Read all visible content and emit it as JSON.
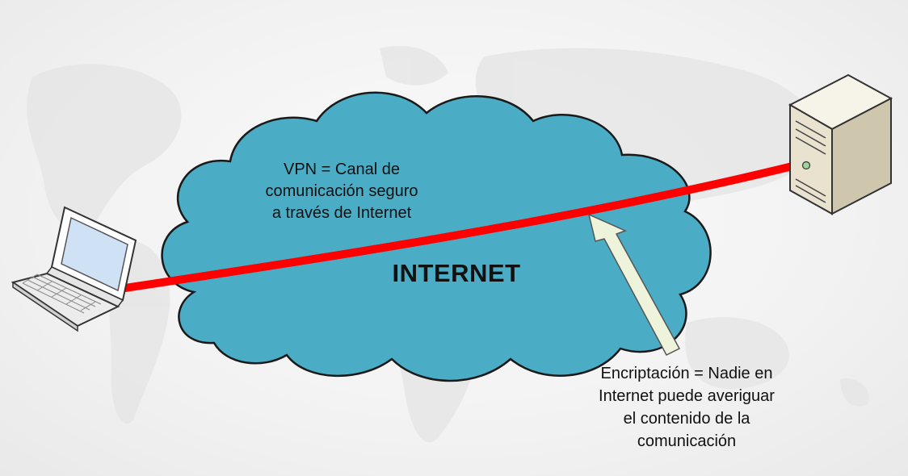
{
  "diagram": {
    "cloud_text": "INTERNET",
    "vpn_text": "VPN = Canal de\ncomunicación seguro\na través de Internet",
    "encryption_text": "Encriptación = Nadie en\nInternet puede averiguar\nel contenido de la\ncomunicación"
  },
  "colors": {
    "cloud_fill": "#4BACC6",
    "cloud_stroke": "#1a1a1a",
    "tunnel": "#ff0000",
    "arrow_fill": "#eef3dc",
    "background": "#f3f3f3"
  },
  "icons": [
    "laptop-icon",
    "server-icon",
    "world-map-background"
  ]
}
